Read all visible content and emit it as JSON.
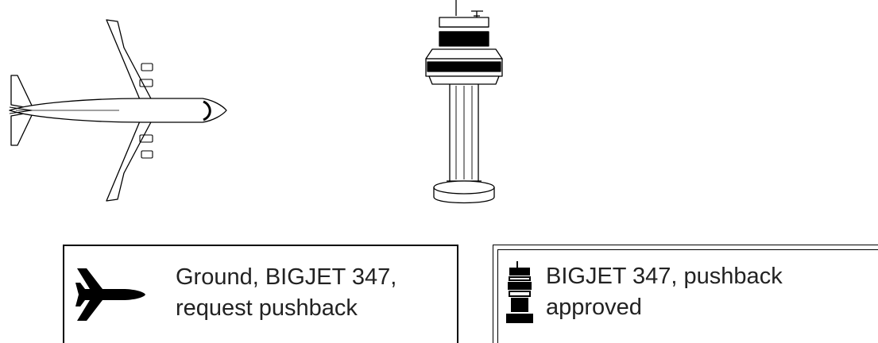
{
  "scene": {
    "aircraft_icon": "airliner-top-view",
    "tower_icon": "control-tower"
  },
  "messages": {
    "pilot": {
      "icon": "airplane-icon",
      "text": "Ground, BIGJET 347,\nrequest pushback"
    },
    "atc": {
      "icon": "tower-icon",
      "text": "BIGJET 347, pushback\napproved"
    }
  },
  "colors": {
    "ink": "#000000",
    "text": "#222222",
    "background": "#ffffff"
  }
}
